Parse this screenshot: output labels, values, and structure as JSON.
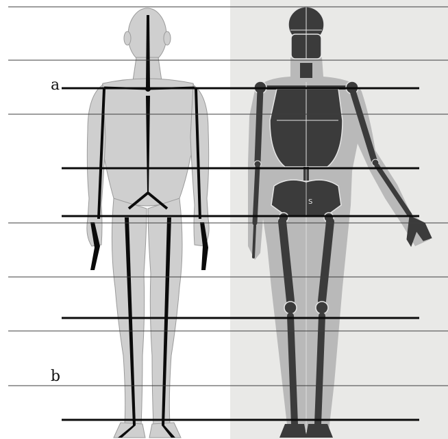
{
  "labels": {
    "a": "a",
    "b": "b"
  },
  "colors": {
    "background": "#ffffff",
    "right_panel": "#e9e9e7",
    "thin_guide": "#3c3c3c",
    "thick_guide": "#0b0b0b",
    "model_body": "#cfcfcf",
    "silhouette": "#b9b9b9",
    "bone": "#3b3b3b",
    "bone_outline": "#e6e6e6"
  },
  "icons": {
    "figure_left": "anatomical-3d-model",
    "figure_right": "skeleton-proportion-chart"
  }
}
